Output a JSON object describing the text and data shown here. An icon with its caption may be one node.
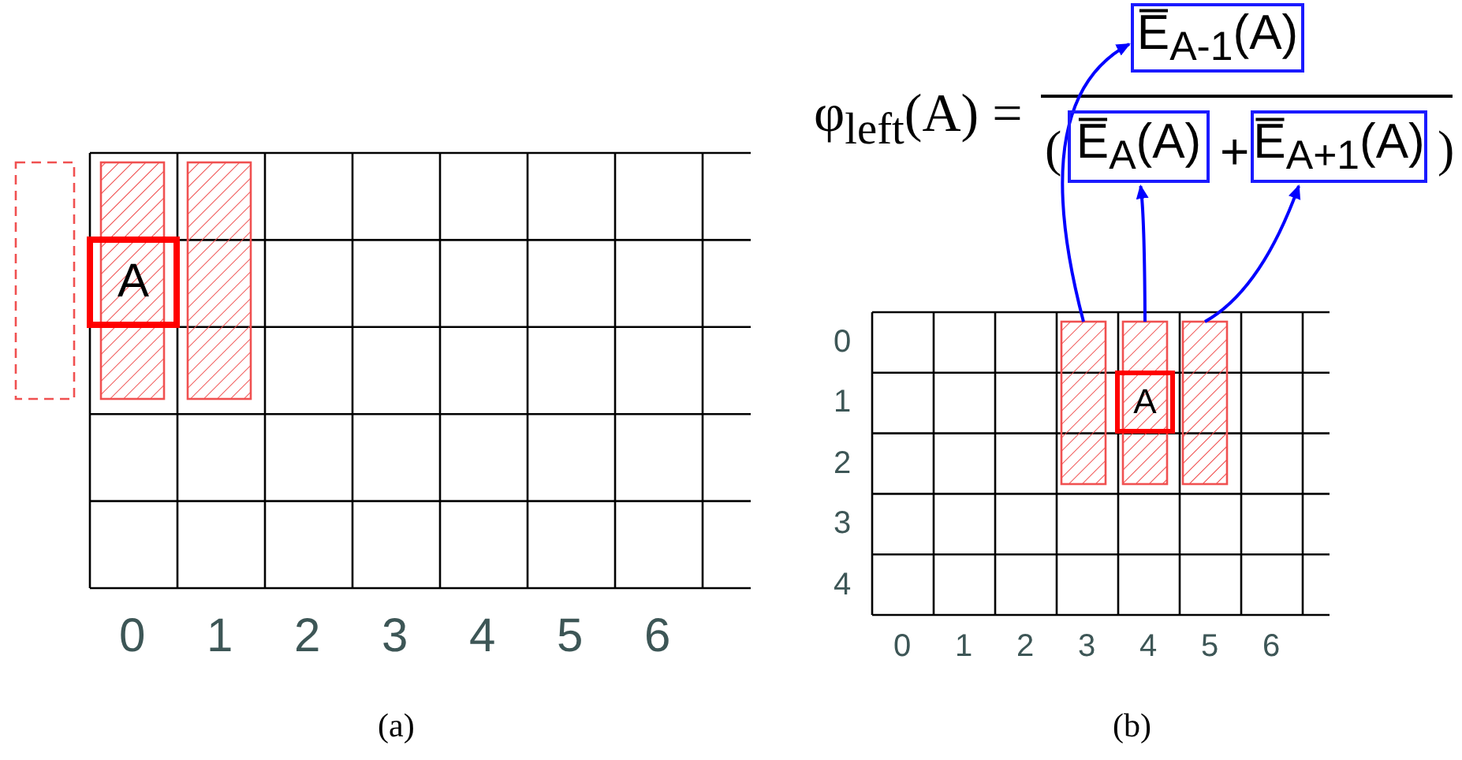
{
  "diagram": {
    "nodes": [
      {
        "text": [
          "E̅$_{A-1}$(A)"
        ]
      },
      {
        "text": [
          "E̅$_{A}$(A)"
        ]
      },
      {
        "text": [
          "E̅$_{A+1}$(A)"
        ]
      },
      {
        "text": [],
        "shape": "box"
      },
      {
        "text": [],
        "shape": "bar"
      },
      {
        "text": [],
        "shape": "bar"
      },
      {
        "text": [
          "A"
        ]
      },
      {
        "text": [],
        "shape": "bar"
      },
      {
        "text": [],
        "shape": "bar"
      },
      {
        "text": [],
        "shape": "bar"
      },
      {
        "text": [
          "A"
        ]
      }
    ],
    "edges": [
      {
        "from": 7,
        "to": 0,
        "arrow": "to"
      },
      {
        "from": 8,
        "to": 1,
        "arrow": "to"
      },
      {
        "from": 9,
        "to": 2,
        "arrow": "to"
      }
    ],
    "labels": [
      "φ$_{left}$(A) =",
      "(",
      "+",
      ")",
      "0",
      "1",
      "2",
      "3",
      "4",
      "5",
      "6",
      "0",
      "1",
      "2",
      "3",
      "4",
      "0",
      "1",
      "2",
      "3",
      "4",
      "5",
      "6",
      "(a)",
      "(b)"
    ]
  }
}
